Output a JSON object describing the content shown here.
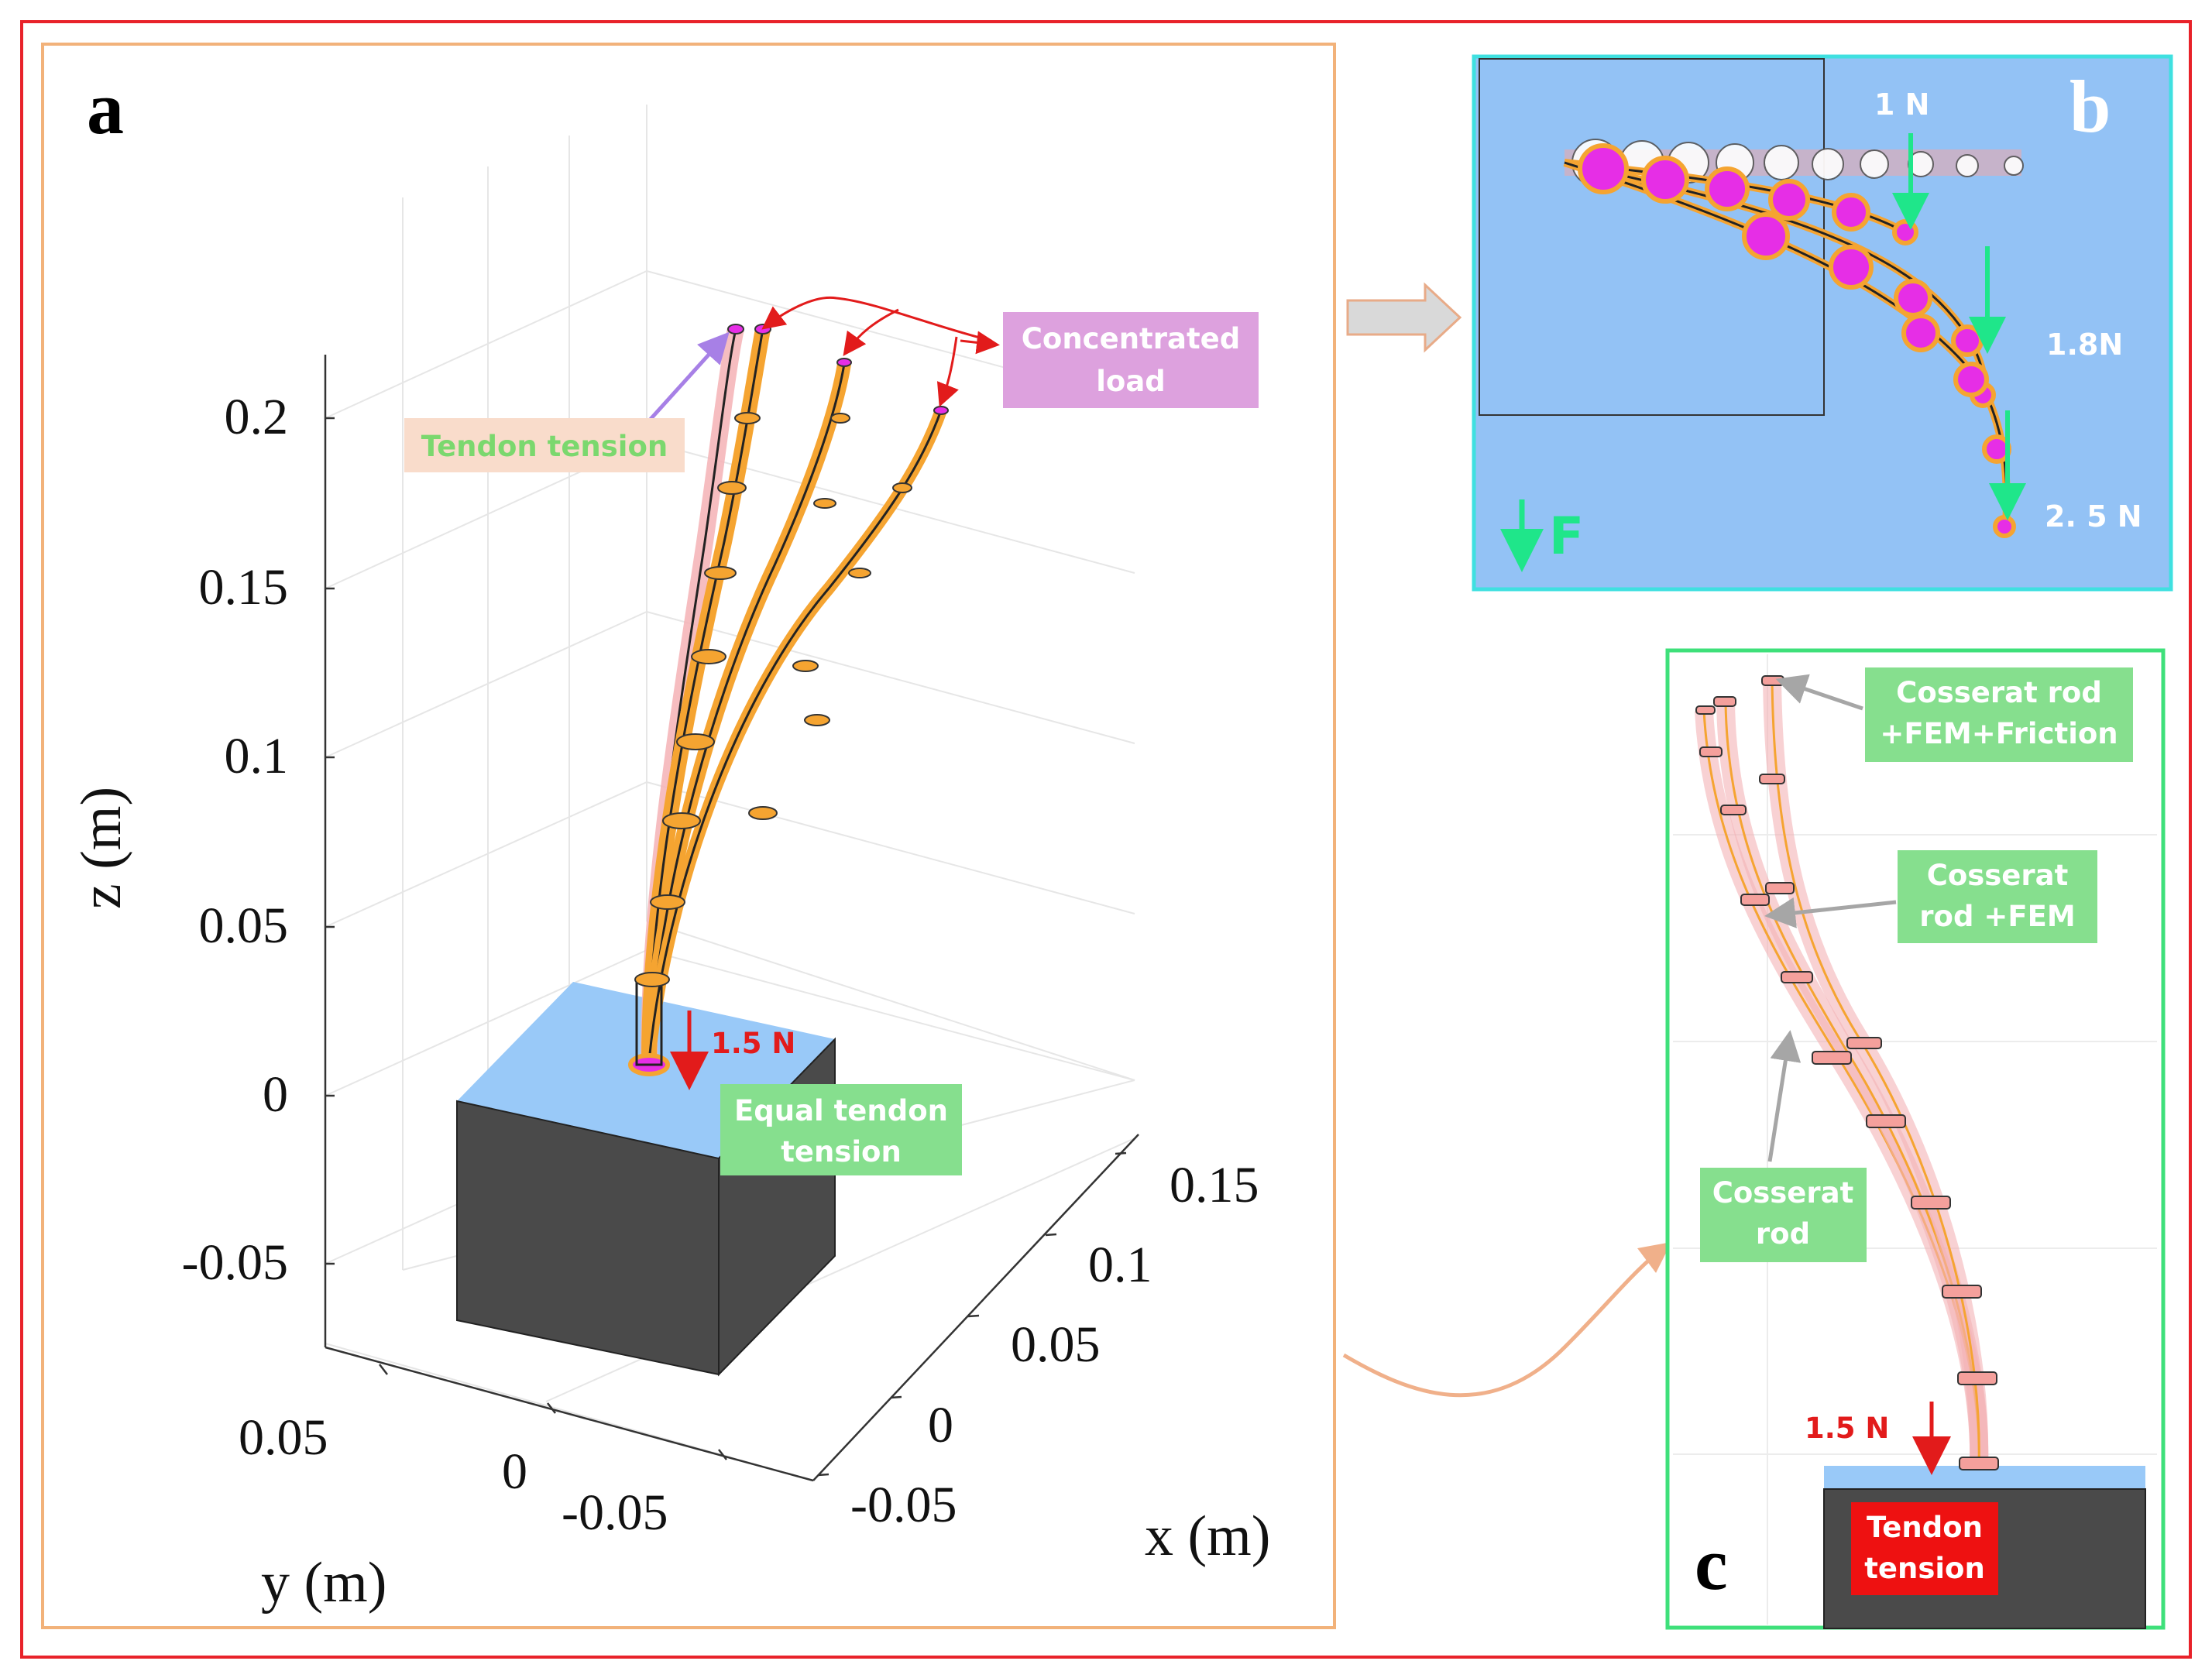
{
  "panels": {
    "a": {
      "letter": "a",
      "z_axis_label": "z (m)",
      "y_axis_label": "y (m)",
      "x_axis_label": "x (m)",
      "z_ticks": [
        "0.2",
        "0.15",
        "0.1",
        "0.05",
        "0",
        "-0.05"
      ],
      "x_ticks": [
        "0.15",
        "0.1",
        "0.05",
        "0",
        "-0.05"
      ],
      "y_ticks": [
        "0.05",
        "0",
        "-0.05"
      ],
      "tendon_tension_label": "Tendon tension",
      "concentrated_load_label": [
        "Concentrated",
        "load"
      ],
      "force_label": "1.5 N",
      "equal_tension_label": [
        "Equal tendon",
        "tension"
      ]
    },
    "b": {
      "letter": "b",
      "force_labels": [
        "1 N",
        "1.8N",
        "2. 5 N"
      ],
      "legend_label": "F"
    },
    "c": {
      "letter": "c",
      "label_friction": [
        "Cosserat rod",
        "+FEM+Friction"
      ],
      "label_fem": [
        "Cosserat",
        "rod +FEM"
      ],
      "label_rod": [
        "Cosserat",
        "rod"
      ],
      "force_label": "1.5 N",
      "tendon_tension_label": [
        "Tendon",
        "tension"
      ]
    }
  },
  "colors": {
    "outer_frame": "#e8222a",
    "panel_a_frame": "#f2b27a",
    "panel_b_frame": "#3fe0e0",
    "panel_c_frame": "#3ee07a",
    "panel_b_bg": "#93c2f5",
    "green_label_bg": "#86df8e",
    "pink_label_bg": "#dda1de",
    "peach_label_bg": "#f9dccb",
    "force_red": "#e21b1b",
    "force_green": "#1fe68a",
    "rod_orange": "#f5a431",
    "tip_magenta": "#e62ee6"
  }
}
